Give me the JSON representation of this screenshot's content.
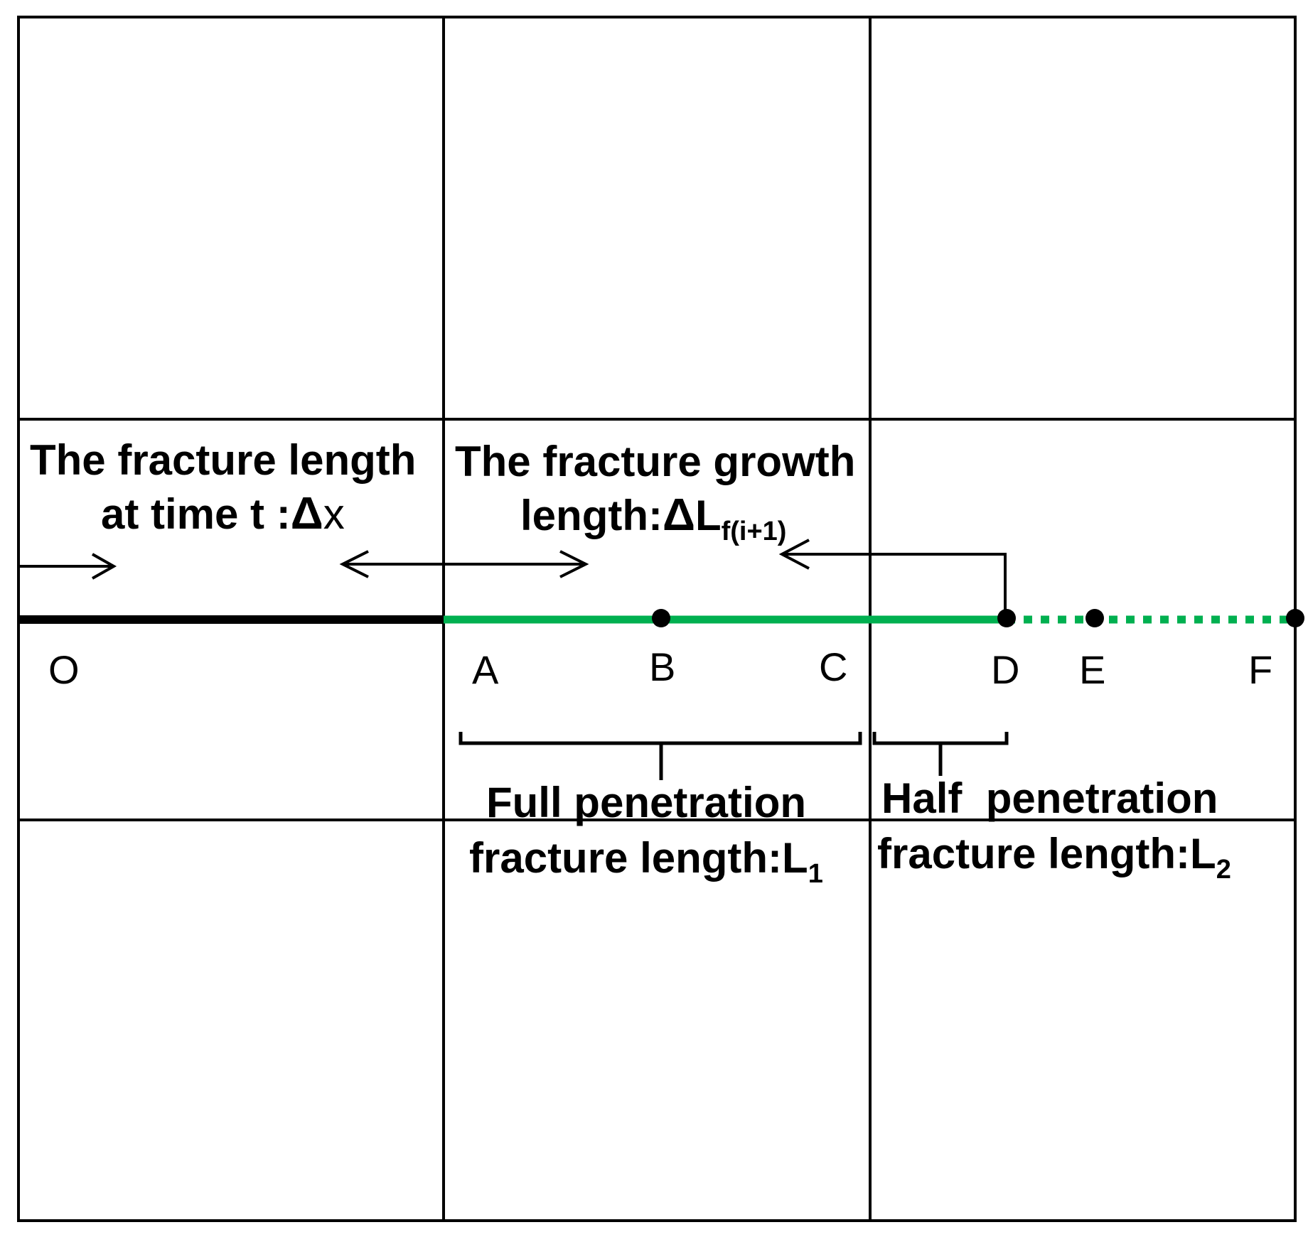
{
  "labels": {
    "fracture_length_line1": "The fracture length",
    "fracture_length_line2": "at time t :",
    "fracture_length_delta": "Δ",
    "fracture_length_var": "x",
    "growth_line1": "The fracture growth",
    "growth_line2": "length:",
    "growth_delta": "Δ",
    "growth_var": "L",
    "growth_sub": "f(i+1)",
    "full_line1": "Full penetration",
    "full_line2": "fracture length:L",
    "full_sub": "1",
    "half_line1": "Half  penetration",
    "half_line2": "fracture length:L",
    "half_sub": "2"
  },
  "points": {
    "O": "O",
    "A": "A",
    "B": "B",
    "C": "C",
    "D": "D",
    "E": "E",
    "F": "F"
  },
  "colors": {
    "grid": "#000000",
    "fracture_existing": "#000000",
    "fracture_full": "#00b050",
    "fracture_half_dotted": "#00b050",
    "node": "#000000"
  }
}
